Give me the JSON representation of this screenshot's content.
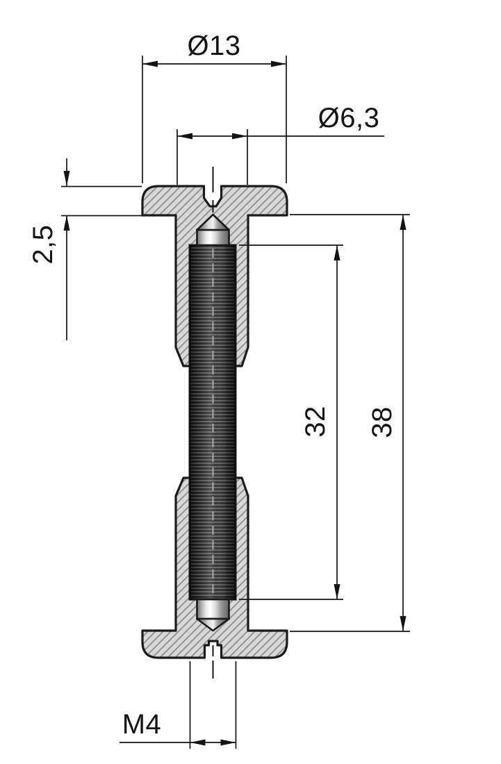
{
  "drawing": {
    "kind": "technical-section-drawing",
    "labels": {
      "head_diameter": "Ø13",
      "shaft_diameter": "Ø6,3",
      "head_thickness": "2,5",
      "thread_length": "32",
      "overall_length": "38",
      "thread_designation": "M4"
    },
    "colors": {
      "outline": "#1a1a1a",
      "dimension_line": "#141414",
      "section_fill": "#d7d7d7",
      "hatch_line": "#8c8c8c",
      "thread_dark": "#262626",
      "thread_light": "#5d5d5d",
      "background": "#ffffff"
    }
  }
}
